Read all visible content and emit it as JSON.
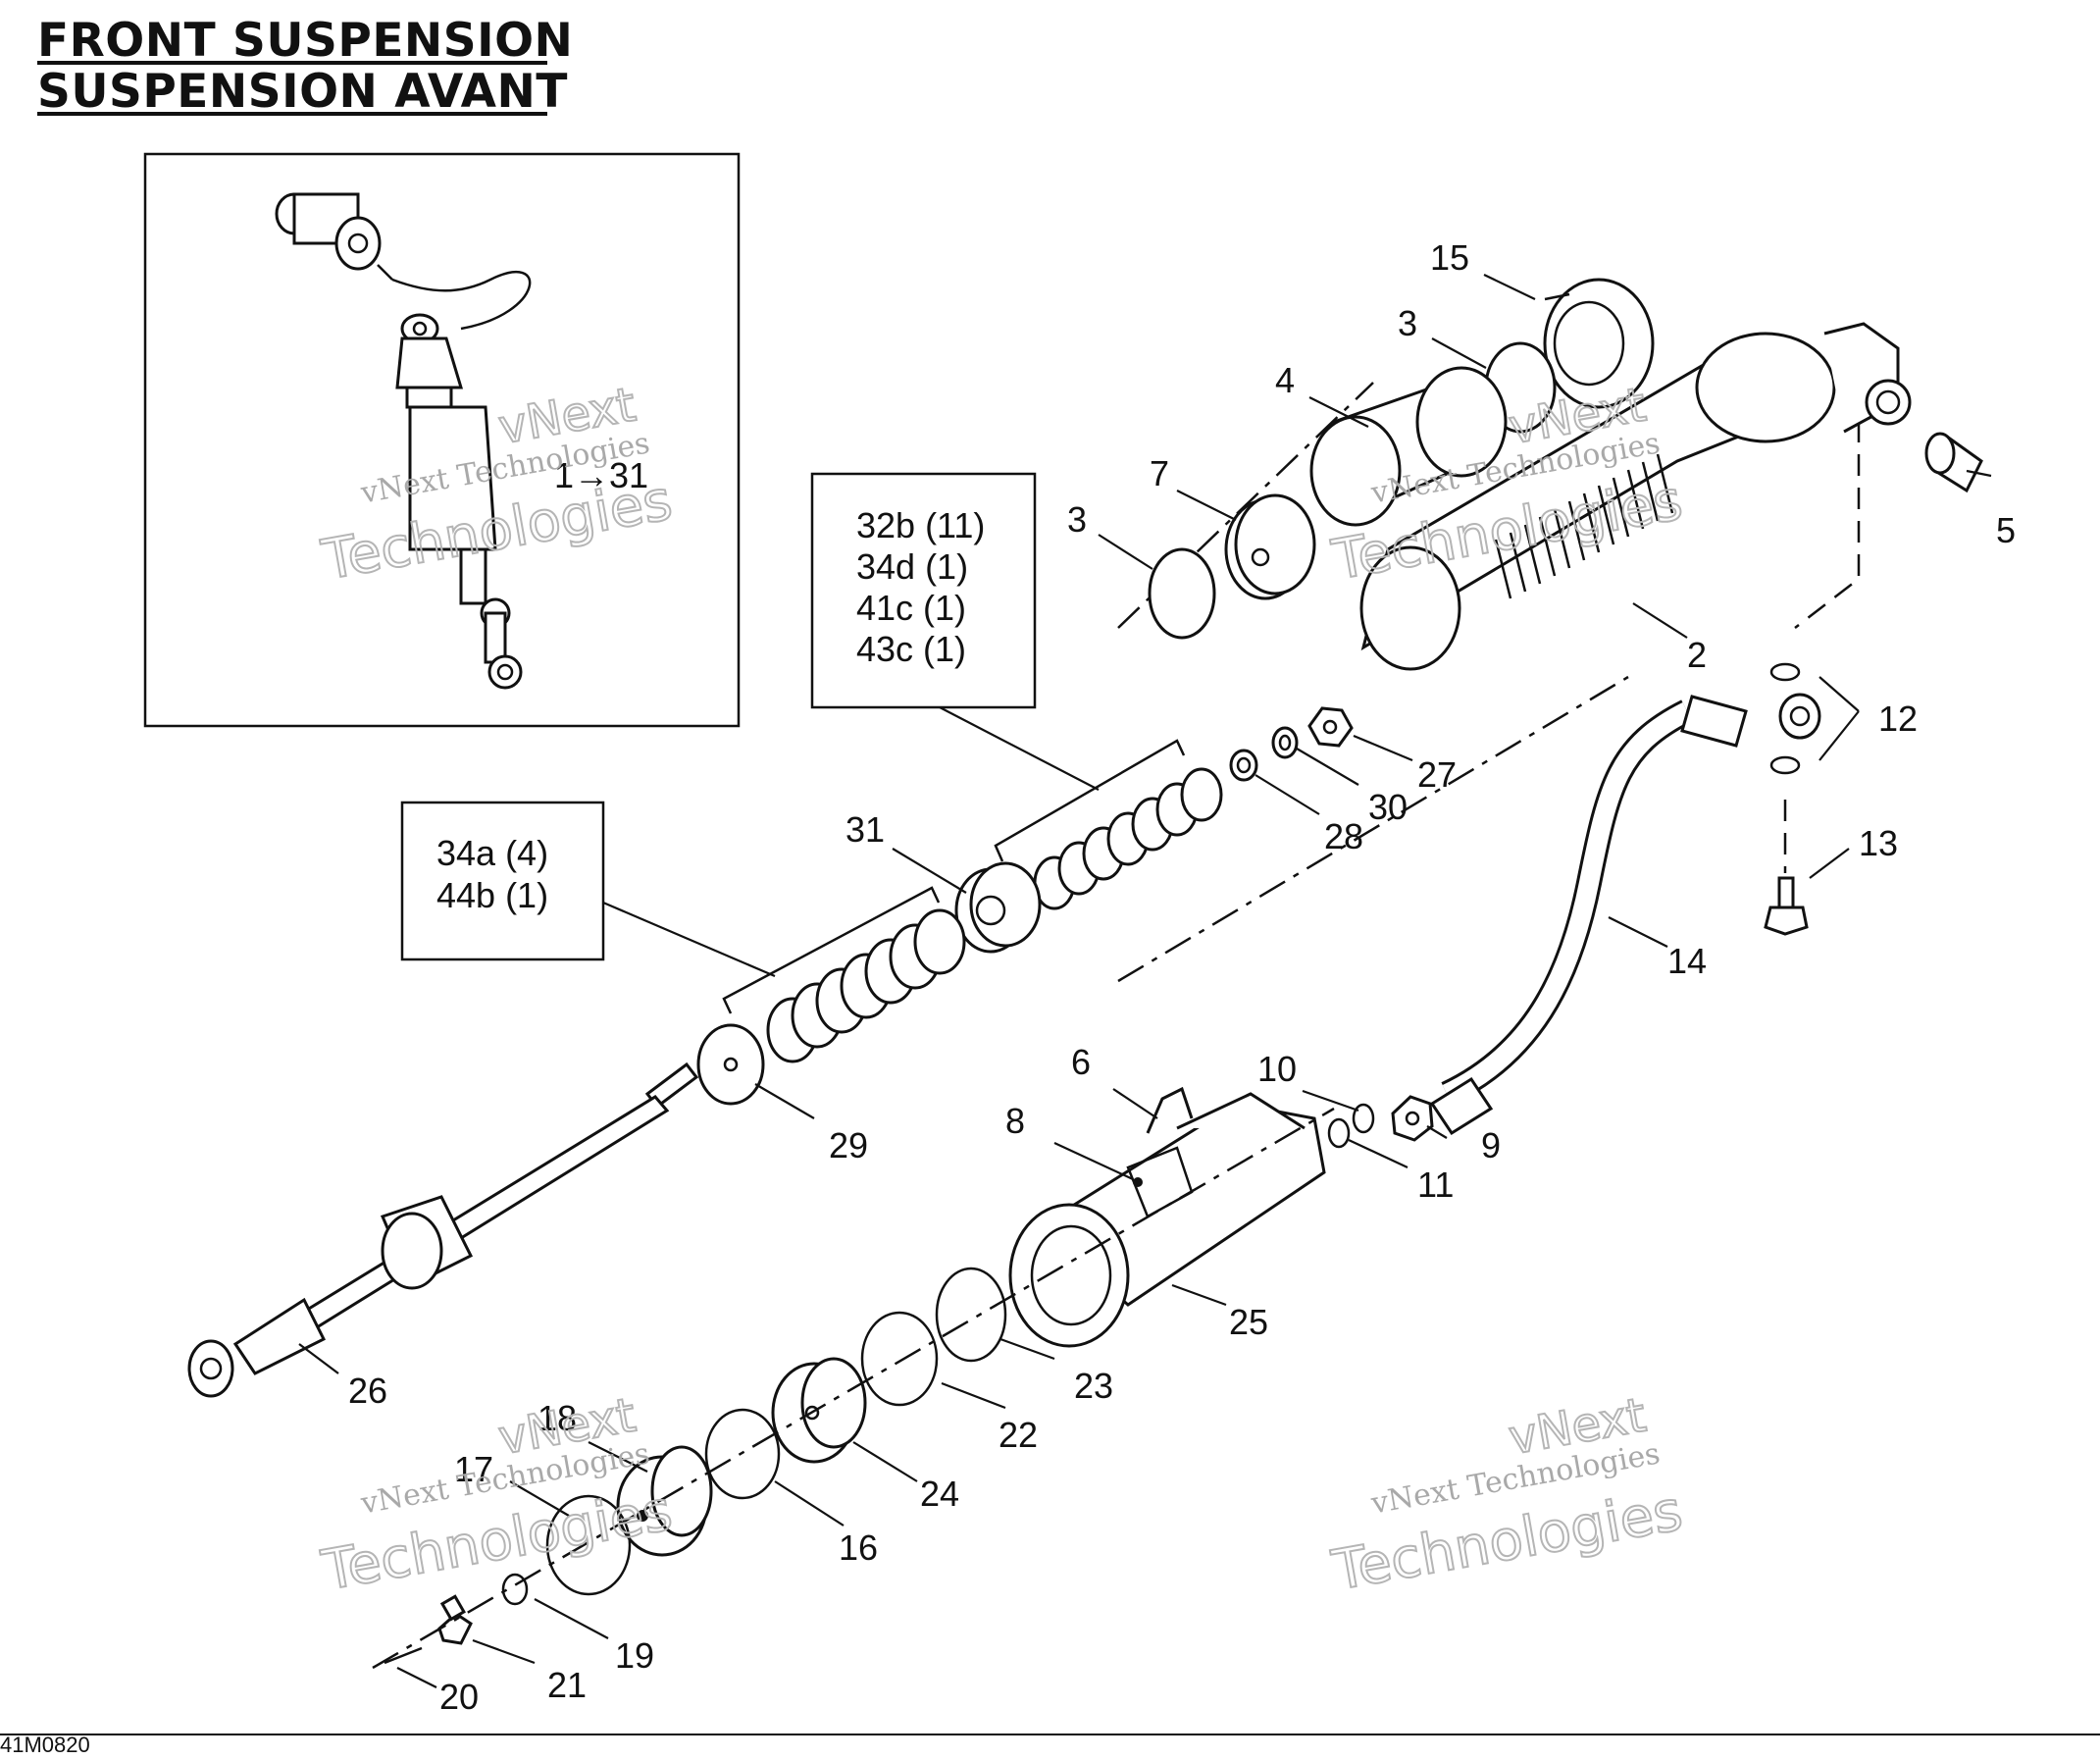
{
  "title": {
    "line1": "FRONT SUSPENSION",
    "line2": "SUSPENSION AVANT"
  },
  "inset_label": "1→31",
  "diagram_code": "41M0820",
  "watermark": {
    "line1": "vNext Technologies",
    "line2": "vNext",
    "line3": "Technologies"
  },
  "boxes": {
    "box_a": {
      "lines": [
        "32b (11)",
        "34d (1)",
        "41c (1)",
        "43c (1)"
      ]
    },
    "box_b": {
      "lines": [
        "34a (4)",
        "44b (1)"
      ]
    }
  },
  "callouts": [
    "15",
    "3",
    "4",
    "7",
    "3",
    "5",
    "2",
    "12",
    "27",
    "30",
    "28",
    "13",
    "31",
    "14",
    "29",
    "6",
    "10",
    "8",
    "9",
    "11",
    "25",
    "26",
    "23",
    "22",
    "18",
    "17",
    "24",
    "16",
    "19",
    "20",
    "21"
  ]
}
